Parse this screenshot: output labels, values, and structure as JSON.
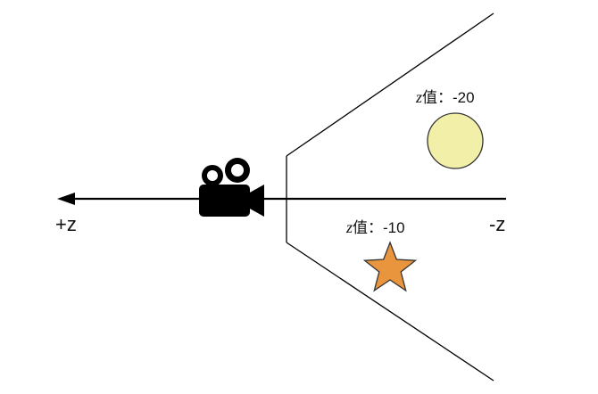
{
  "axis": {
    "positive_label": "+z",
    "negative_label": "-z"
  },
  "objects": [
    {
      "name": "sphere",
      "shape": "circle",
      "fill": "#f2efa8",
      "stroke": "#333333",
      "label_var": "z",
      "label_text": "值：-20",
      "z": -20
    },
    {
      "name": "star",
      "shape": "star",
      "fill": "#e9953e",
      "stroke": "#333333",
      "label_var": "z",
      "label_text": "值：-10",
      "z": -10
    }
  ],
  "colors": {
    "line": "#000000",
    "camera": "#000000"
  },
  "icons": {
    "camera": "movie-camera-icon"
  }
}
